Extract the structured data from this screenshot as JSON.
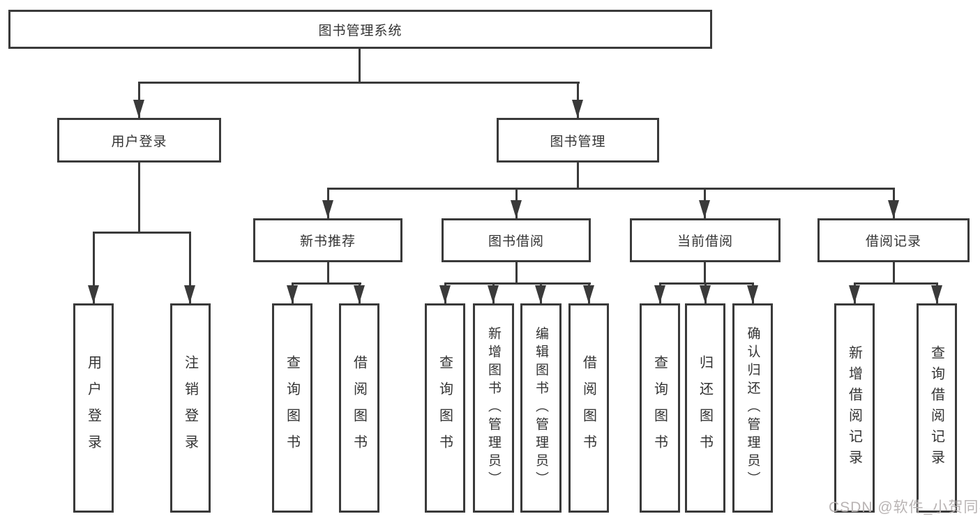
{
  "meta": {
    "background_color": "#ffffff",
    "line_color": "#3a3a3a",
    "text_color": "#333333",
    "diagram_type": "hierarchy-tree"
  },
  "tree": {
    "label": "图书管理系统",
    "children": [
      {
        "label": "用户登录",
        "children": [
          {
            "label": "用户登录"
          },
          {
            "label": "注销登录"
          }
        ]
      },
      {
        "label": "图书管理",
        "children": [
          {
            "label": "新书推荐",
            "children": [
              {
                "label": "查询图书"
              },
              {
                "label": "借阅图书"
              }
            ]
          },
          {
            "label": "图书借阅",
            "children": [
              {
                "label": "查询图书"
              },
              {
                "label": "新增图书（管理员）"
              },
              {
                "label": "编辑图书（管理员）"
              },
              {
                "label": "借阅图书"
              }
            ]
          },
          {
            "label": "当前借阅",
            "children": [
              {
                "label": "查询图书"
              },
              {
                "label": "归还图书"
              },
              {
                "label": "确认归还（管理员）"
              }
            ]
          },
          {
            "label": "借阅记录",
            "children": [
              {
                "label": "新增借阅记录"
              },
              {
                "label": "查询借阅记录"
              }
            ]
          }
        ]
      }
    ]
  },
  "watermark": {
    "text": "CSDN @软件_小贺同学",
    "color": "#b9b4b4"
  }
}
